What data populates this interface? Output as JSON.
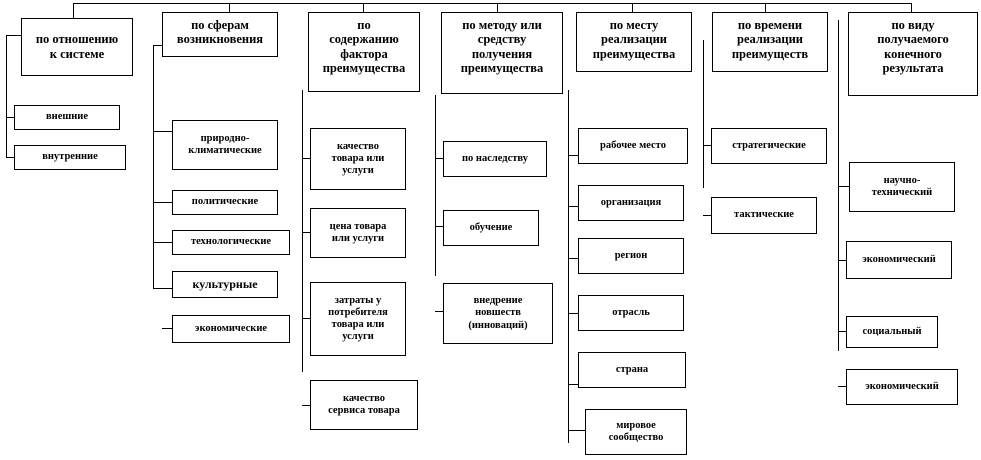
{
  "diagram": {
    "categories": [
      {
        "id": "relation-to-system",
        "label": "по отношению\nк системе",
        "items": [
          "внешние",
          "внутренние"
        ]
      },
      {
        "id": "spheres-of-origin",
        "label": "по сферам\nвозникновения",
        "items": [
          "природно-\nклиматические",
          "политические",
          "технологические",
          "культурные",
          "экономические"
        ]
      },
      {
        "id": "advantage-factor-content",
        "label": "по\nсодержанию\nфактора\nпреимущества",
        "items": [
          "качество\nтовара или\nуслуги",
          "цена товара\nили услуги",
          "затраты у\nпотребителя\nтовара или\nуслуги",
          "качество\nсервиса товара"
        ]
      },
      {
        "id": "method-of-obtaining",
        "label": "по методу или\nсредству\nполучения\nпреимущества",
        "items": [
          "по наследству",
          "обучение",
          "внедрение\nновшеств\n(инноваций)"
        ]
      },
      {
        "id": "place-of-realization",
        "label": "по месту\nреализации\nпреимущества",
        "items": [
          "рабочее место",
          "организация",
          "регион",
          "отрасль",
          "страна",
          "мировое\nсообщество"
        ]
      },
      {
        "id": "time-of-realization",
        "label": "по времени\nреализации\nпреимуществ",
        "items": [
          "стратегические",
          "тактические"
        ]
      },
      {
        "id": "final-result-type",
        "label": "по виду\nполучаемого\nконечного\nрезультата",
        "items": [
          "научно-\nтехнический",
          "экономический",
          "социальный",
          "экономический"
        ]
      }
    ]
  }
}
